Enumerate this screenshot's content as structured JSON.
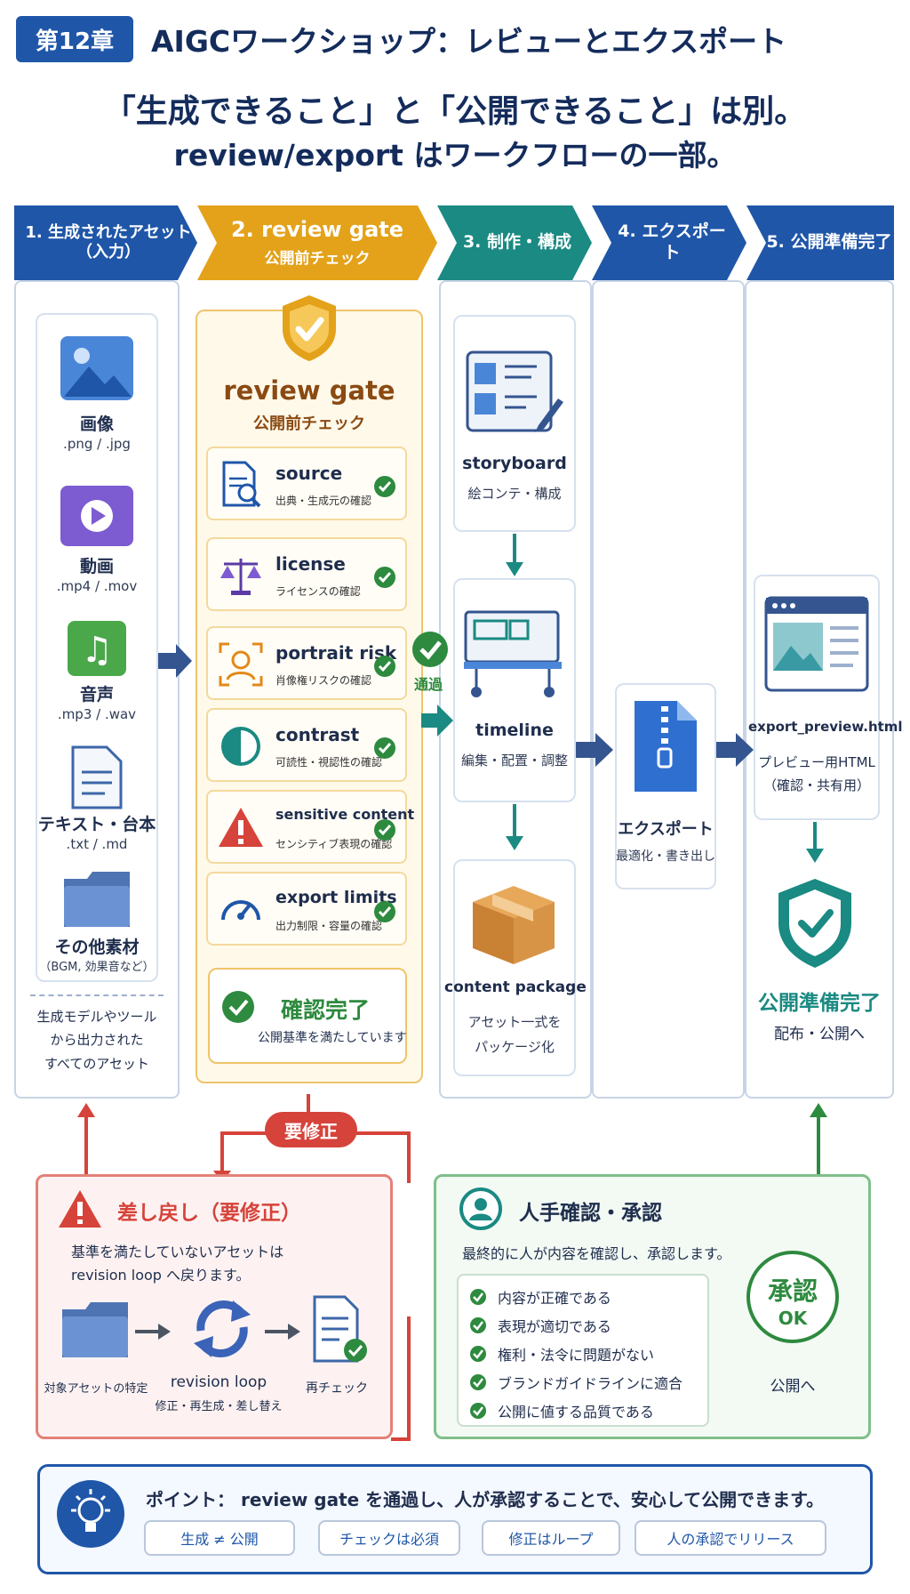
{
  "header": {
    "chapter": "第12章",
    "title": "AIGCワークショップ：レビューとエクスポート",
    "headline1": "「生成できること」と「公開できること」は別。",
    "headline2": "review/export はワークフローの一部。"
  },
  "stages": [
    {
      "num": "1.",
      "title": "生成されたアセット",
      "sub": "（入力）"
    },
    {
      "num": "2.",
      "title": "review gate",
      "sub": "公開前チェック"
    },
    {
      "num": "3.",
      "title": "制作・構成",
      "sub": ""
    },
    {
      "num": "4.",
      "title": "エクスポート",
      "sub": ""
    },
    {
      "num": "5.",
      "title": "公開準備完了",
      "sub": ""
    }
  ],
  "assets": [
    {
      "label": "画像",
      "ext": ".png / .jpg",
      "icon": "image-icon"
    },
    {
      "label": "動画",
      "ext": ".mp4 / .mov",
      "icon": "video-icon"
    },
    {
      "label": "音声",
      "ext": ".mp3 / .wav",
      "icon": "music-icon"
    },
    {
      "label": "テキスト・台本",
      "ext": ".txt / .md",
      "icon": "document-icon"
    },
    {
      "label": "その他素材",
      "ext": "（BGM, 効果音など）",
      "icon": "folder-icon"
    }
  ],
  "assets_note": [
    "生成モデルやツール",
    "から出力された",
    "すべてのアセット"
  ],
  "gate": {
    "title": "review gate",
    "subtitle": "公開前チェック",
    "items": [
      {
        "name": "source",
        "desc": "出典・生成元の確認",
        "icon": "document-search-icon"
      },
      {
        "name": "license",
        "desc": "ライセンスの確認",
        "icon": "scale-icon"
      },
      {
        "name": "portrait risk",
        "desc": "肖像権リスクの確認",
        "icon": "portrait-icon"
      },
      {
        "name": "contrast",
        "desc": "可読性・視認性の確認",
        "icon": "contrast-icon"
      },
      {
        "name": "sensitive content",
        "desc": "センシティブ表現の確認",
        "icon": "warning-icon"
      },
      {
        "name": "export limits",
        "desc": "出力制限・容量の確認",
        "icon": "gauge-icon"
      }
    ],
    "done_title": "確認完了",
    "done_sub": "公開基準を満たしています",
    "pass_label": "通過",
    "fix_label": "要修正"
  },
  "production": [
    {
      "title": "storyboard",
      "sub": "絵コンテ・構成",
      "icon": "storyboard-icon"
    },
    {
      "title": "timeline",
      "sub": "編集・配置・調整",
      "icon": "timeline-icon"
    },
    {
      "title": "content package",
      "sub1": "アセット一式を",
      "sub2": "パッケージ化",
      "icon": "box-icon"
    }
  ],
  "export": {
    "title": "エクスポート",
    "sub": "最適化・書き出し",
    "icon": "zip-icon"
  },
  "publish": {
    "file": "export_preview.html",
    "file_sub1": "プレビュー用HTML",
    "file_sub2": "（確認・共有用）",
    "ready_title": "公開準備完了",
    "ready_sub": "配布・公開へ"
  },
  "revision": {
    "title": "差し戻し（要修正）",
    "desc1": "基準を満たしていないアセットは",
    "desc2": "revision loop へ戻ります。",
    "step1": "対象アセットの特定",
    "step2": "revision loop",
    "step2_sub": "修正・再生成・差し替え",
    "step3": "再チェック"
  },
  "approval": {
    "title": "人手確認・承認",
    "desc": "最終的に人が内容を確認し、承認します。",
    "checks": [
      "内容が正確である",
      "表現が適切である",
      "権利・法令に問題がない",
      "ブランドガイドラインに適合",
      "公開に値する品質である"
    ],
    "stamp1": "承認",
    "stamp2": "OK",
    "stamp_sub": "公開へ"
  },
  "point": {
    "text": "ポイント： review gate を通過し、人が承認することで、安心して公開できます。",
    "pills": [
      "生成 ≠ 公開",
      "チェックは必須",
      "修正はループ",
      "人の承認でリリース"
    ]
  },
  "colors": {
    "blue": "#1f56a8",
    "orange": "#e3a21a",
    "teal": "#1a8a82",
    "red": "#d6433a",
    "green": "#2d8a3e"
  }
}
